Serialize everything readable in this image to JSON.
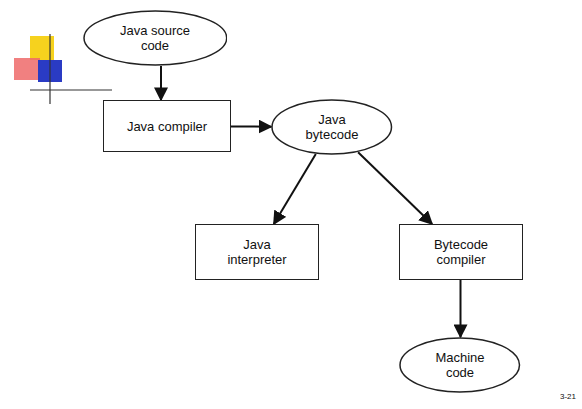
{
  "diagram": {
    "nodes": [
      {
        "text": [
          "Java source code"
        ]
      },
      {
        "text": [
          "Java compiler"
        ]
      },
      {
        "text": [
          "Java bytecode"
        ]
      },
      {
        "text": [
          "Java interpreter"
        ]
      },
      {
        "text": [
          "Bytecode compiler"
        ]
      },
      {
        "text": [
          "Machine code"
        ]
      }
    ],
    "edges": [
      {
        "from": 0,
        "to": 1,
        "arrow": "to"
      },
      {
        "from": 1,
        "to": 2,
        "arrow": "to"
      },
      {
        "from": 2,
        "to": 3,
        "arrow": "to"
      },
      {
        "from": 2,
        "to": 4,
        "arrow": "to"
      },
      {
        "from": 4,
        "to": 5,
        "arrow": "to"
      }
    ],
    "labels": [
      "3-21"
    ]
  }
}
